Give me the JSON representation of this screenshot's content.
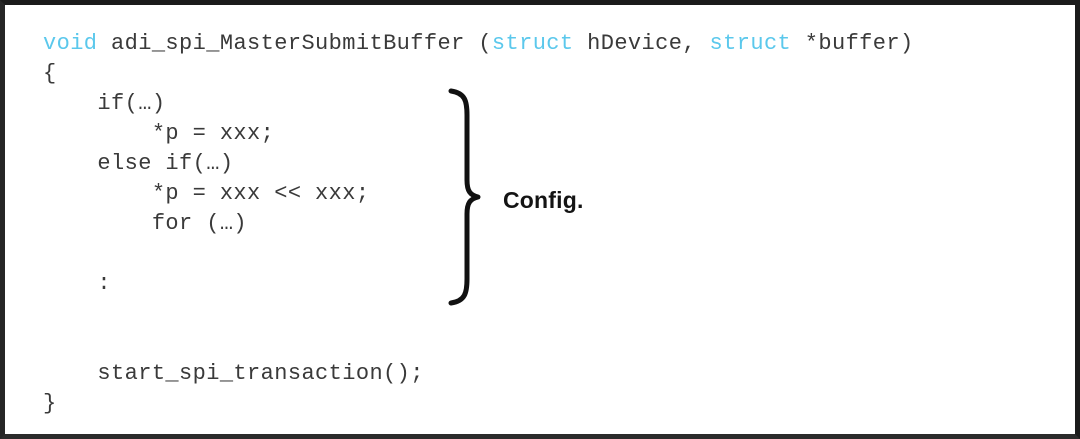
{
  "figure": {
    "kind": "code-listing-with-annotation",
    "background_color": "#ffffff",
    "border_color": "#1b1b1b",
    "code_text_color": "#3a3a3a",
    "keyword_color": "#5bc8ec"
  },
  "code": {
    "language": "C",
    "function_name": "adi_spi_MasterSubmitBuffer",
    "lines": [
      {
        "id": "line-1-signature",
        "indent": 0,
        "segments": [
          {
            "text": "void",
            "type": "keyword"
          },
          {
            "text": " adi_spi_MasterSubmitBuffer (",
            "type": "plain"
          },
          {
            "text": "struct",
            "type": "keyword"
          },
          {
            "text": " hDevice, ",
            "type": "plain"
          },
          {
            "text": "struct",
            "type": "keyword"
          },
          {
            "text": " *buffer)",
            "type": "plain"
          }
        ],
        "plain": "void adi_spi_MasterSubmitBuffer (struct hDevice, struct *buffer)"
      },
      {
        "id": "line-2-open-brace",
        "indent": 0,
        "segments": [
          {
            "text": "{",
            "type": "plain"
          }
        ],
        "plain": "{"
      },
      {
        "id": "line-3-if",
        "indent": 4,
        "segments": [
          {
            "text": "    if(…)",
            "type": "plain"
          }
        ],
        "plain": "    if(…)"
      },
      {
        "id": "line-4-assign",
        "indent": 8,
        "segments": [
          {
            "text": "        *p = xxx;",
            "type": "plain"
          }
        ],
        "plain": "        *p = xxx;"
      },
      {
        "id": "line-5-else-if",
        "indent": 4,
        "segments": [
          {
            "text": "    else if(…)",
            "type": "plain"
          }
        ],
        "plain": "    else if(…)"
      },
      {
        "id": "line-6-assign-shift",
        "indent": 8,
        "segments": [
          {
            "text": "        *p = xxx << xxx;",
            "type": "plain"
          }
        ],
        "plain": "        *p = xxx << xxx;"
      },
      {
        "id": "line-7-for",
        "indent": 8,
        "segments": [
          {
            "text": "        for (…)",
            "type": "plain"
          }
        ],
        "plain": "        for (…)"
      },
      {
        "id": "line-8-blank",
        "indent": 0,
        "segments": [
          {
            "text": " ",
            "type": "plain"
          }
        ],
        "plain": " "
      },
      {
        "id": "line-9-ellipsis-colon",
        "indent": 4,
        "segments": [
          {
            "text": "    :",
            "type": "plain"
          }
        ],
        "plain": "    :"
      },
      {
        "id": "line-10-blank",
        "indent": 0,
        "segments": [
          {
            "text": " ",
            "type": "plain"
          }
        ],
        "plain": " "
      },
      {
        "id": "line-11-blank",
        "indent": 0,
        "segments": [
          {
            "text": " ",
            "type": "plain"
          }
        ],
        "plain": " "
      },
      {
        "id": "line-12-call",
        "indent": 4,
        "segments": [
          {
            "text": "    start_spi_transaction();",
            "type": "plain"
          }
        ],
        "plain": "    start_spi_transaction();"
      },
      {
        "id": "line-13-close-brace",
        "indent": 0,
        "segments": [
          {
            "text": "}",
            "type": "plain"
          }
        ],
        "plain": "}"
      }
    ]
  },
  "annotation": {
    "brace": {
      "icon": "right-curly-brace",
      "spans_lines": [
        "line-3-if",
        "line-9-ellipsis-colon"
      ],
      "color": "#111111"
    },
    "label": "Config."
  }
}
